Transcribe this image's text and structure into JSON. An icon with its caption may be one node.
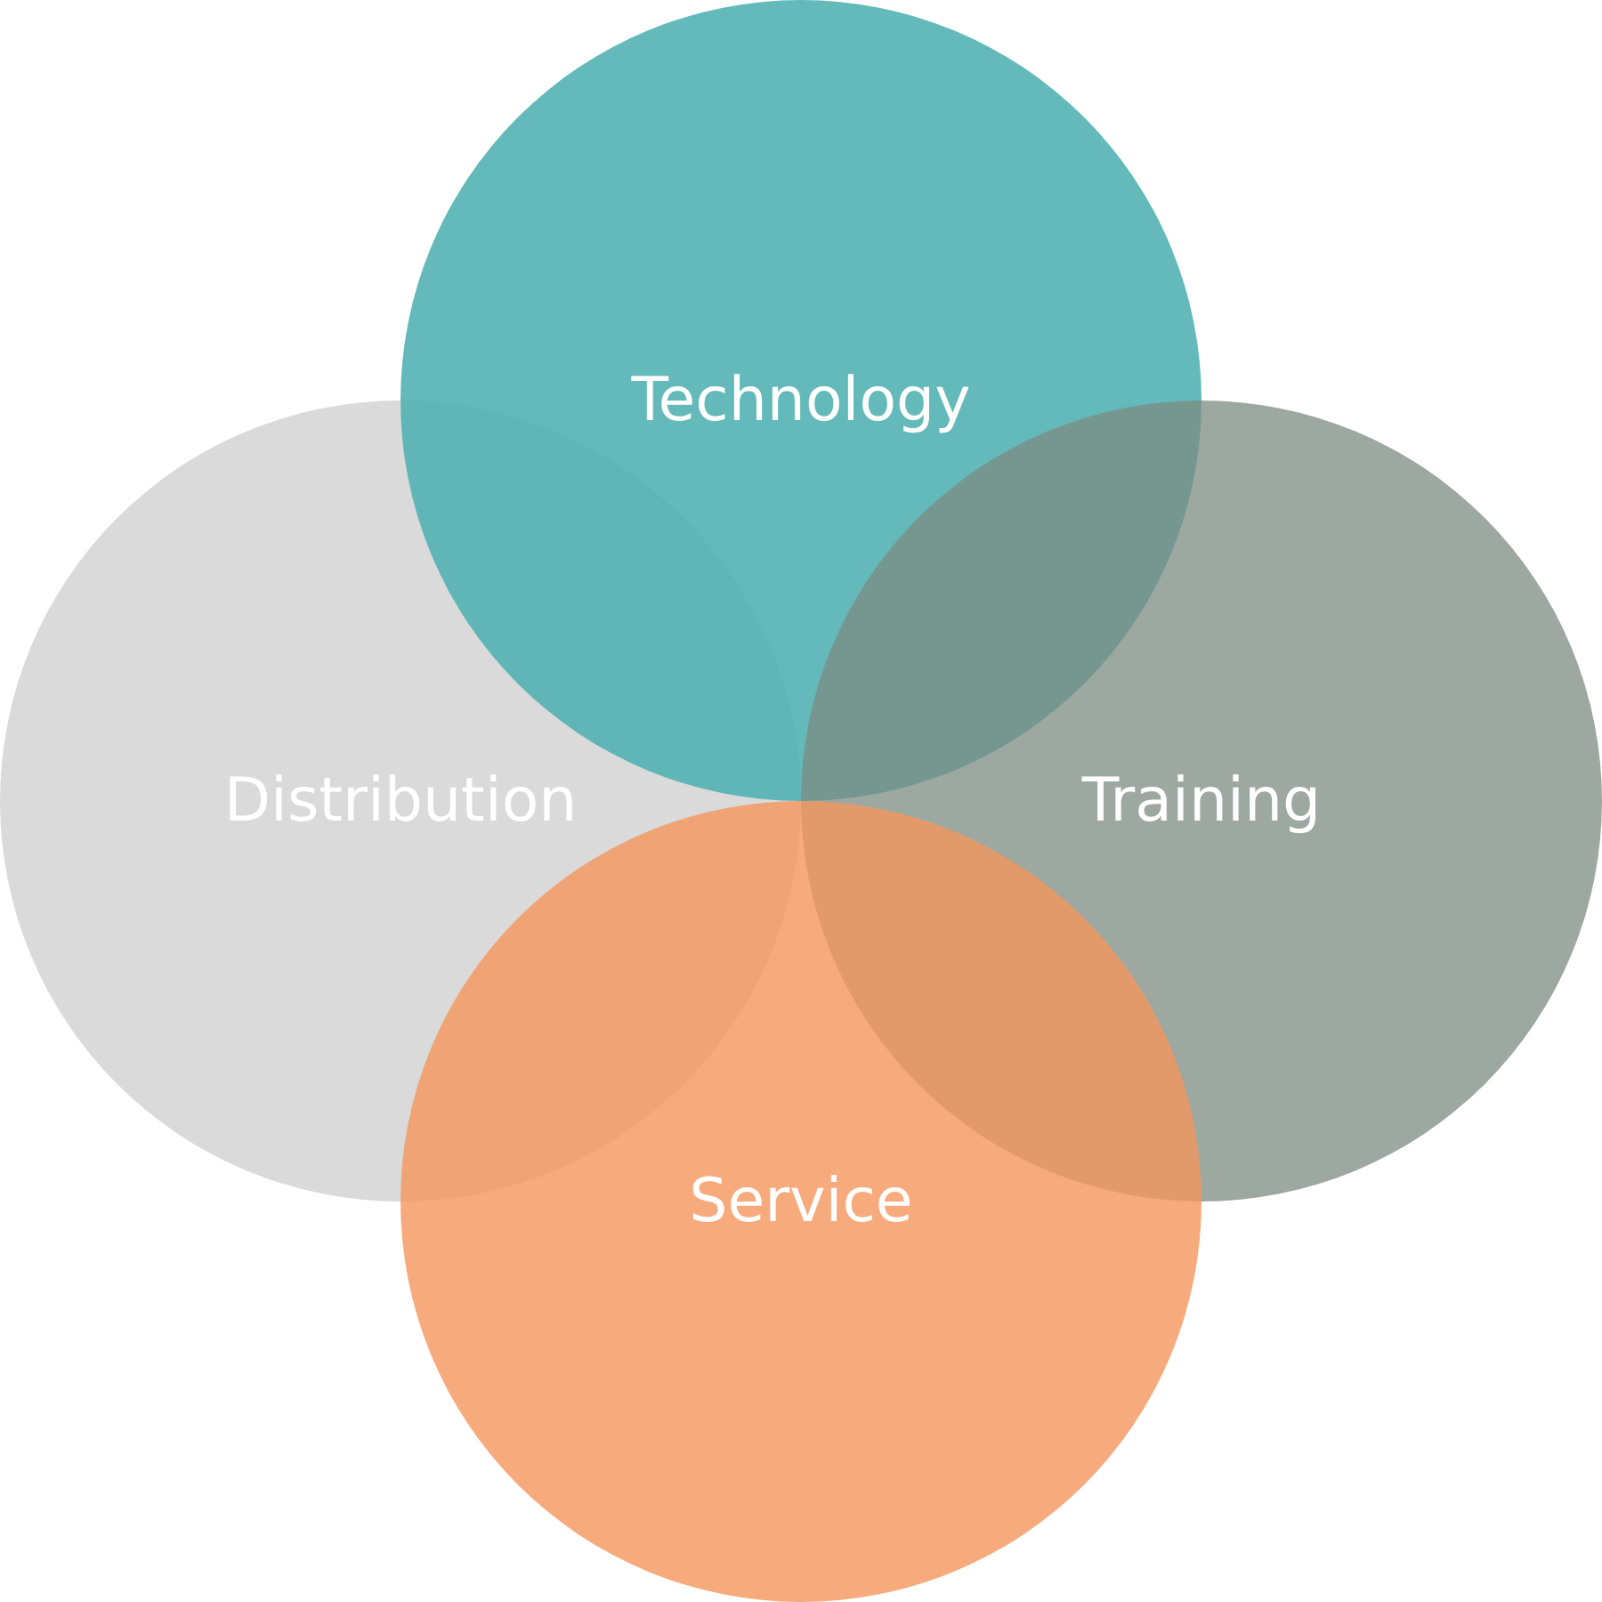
{
  "diagram": {
    "nodes": [
      {
        "text": [
          "Technology"
        ]
      },
      {
        "text": [
          "Distribution"
        ]
      },
      {
        "text": [
          "Training"
        ]
      },
      {
        "text": [
          "Service"
        ]
      }
    ]
  }
}
